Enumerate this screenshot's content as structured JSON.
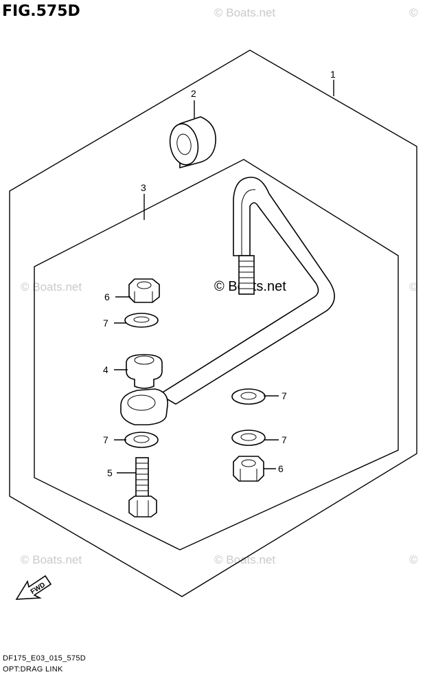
{
  "figure": {
    "title": "FIG.575D",
    "model_code": "DF175_E03_015_575D",
    "caption": "OPT:DRAG LINK"
  },
  "callouts": [
    {
      "id": "c1",
      "label": "1"
    },
    {
      "id": "c2",
      "label": "2"
    },
    {
      "id": "c3",
      "label": "3"
    },
    {
      "id": "c4",
      "label": "4"
    },
    {
      "id": "c5",
      "label": "5"
    },
    {
      "id": "c6a",
      "label": "6"
    },
    {
      "id": "c6b",
      "label": "6"
    },
    {
      "id": "c7a",
      "label": "7"
    },
    {
      "id": "c7b",
      "label": "7"
    },
    {
      "id": "c7c",
      "label": "7"
    },
    {
      "id": "c7d",
      "label": "7"
    }
  ],
  "fwd_label": "FWD",
  "watermark": "© Boats.net"
}
